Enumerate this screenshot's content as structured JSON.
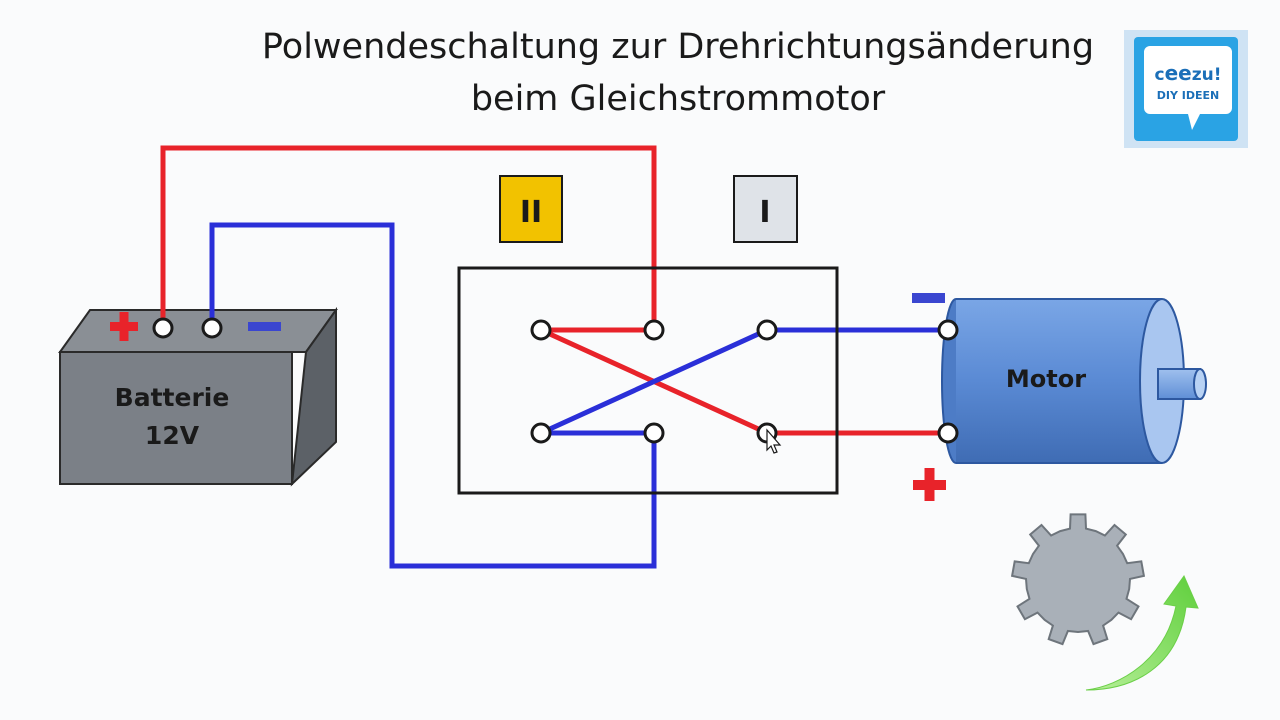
{
  "title": {
    "line1": "Polwendeschaltung zur Drehrichtungsänderung",
    "line2": "beim Gleichstrommotor"
  },
  "logo": {
    "brand_prefix": "c",
    "brand_eyes": "ee",
    "brand_suffix": "zu!",
    "tagline": "DIY IDEEN"
  },
  "battery": {
    "label_line1": "Batterie",
    "label_line2": "12V",
    "plus_icon": "plus-icon",
    "minus_icon": "minus-icon"
  },
  "switch": {
    "position_2": "II",
    "position_1": "I",
    "position_2_color": "#f2c200",
    "position_1_color": "#dfe3e8"
  },
  "motor": {
    "label": "Motor",
    "color": "#5b8cd6"
  },
  "colors": {
    "positive_wire": "#e8232a",
    "negative_wire": "#2a2fd8",
    "gear": "#a9b0b8",
    "arrow": "#7ed957"
  },
  "icons": {
    "cursor": "mouse-cursor-icon",
    "gear": "gear-icon",
    "rotation_arrow": "rotation-arrow-icon"
  }
}
